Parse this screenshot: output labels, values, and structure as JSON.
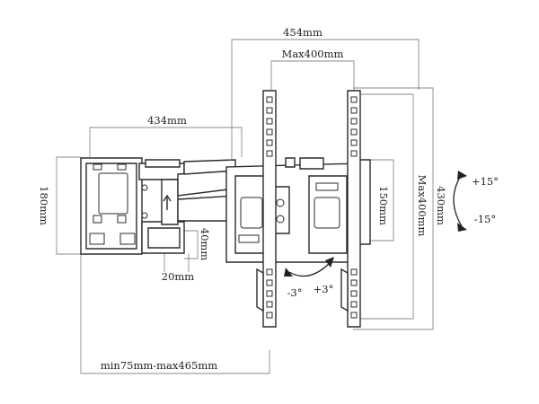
{
  "labels": {
    "width_total": "454mm",
    "max_width": "Max400mm",
    "arm_width": "434mm",
    "wall_height": "180mm",
    "depth_small": "40mm",
    "gap_small": "20mm",
    "vesa_150": "150mm",
    "vesa_max_height": "Max400mm",
    "height_total": "430mm",
    "tilt_up": "+15°",
    "tilt_down": "-15°",
    "swivel_left": "-3°",
    "swivel_right": "+3°",
    "extension": "min75mm-max465mm"
  },
  "colors": {
    "line": "#2b2b2b",
    "dimension": "#8a8a8a",
    "shade": "#d8d8d8"
  }
}
